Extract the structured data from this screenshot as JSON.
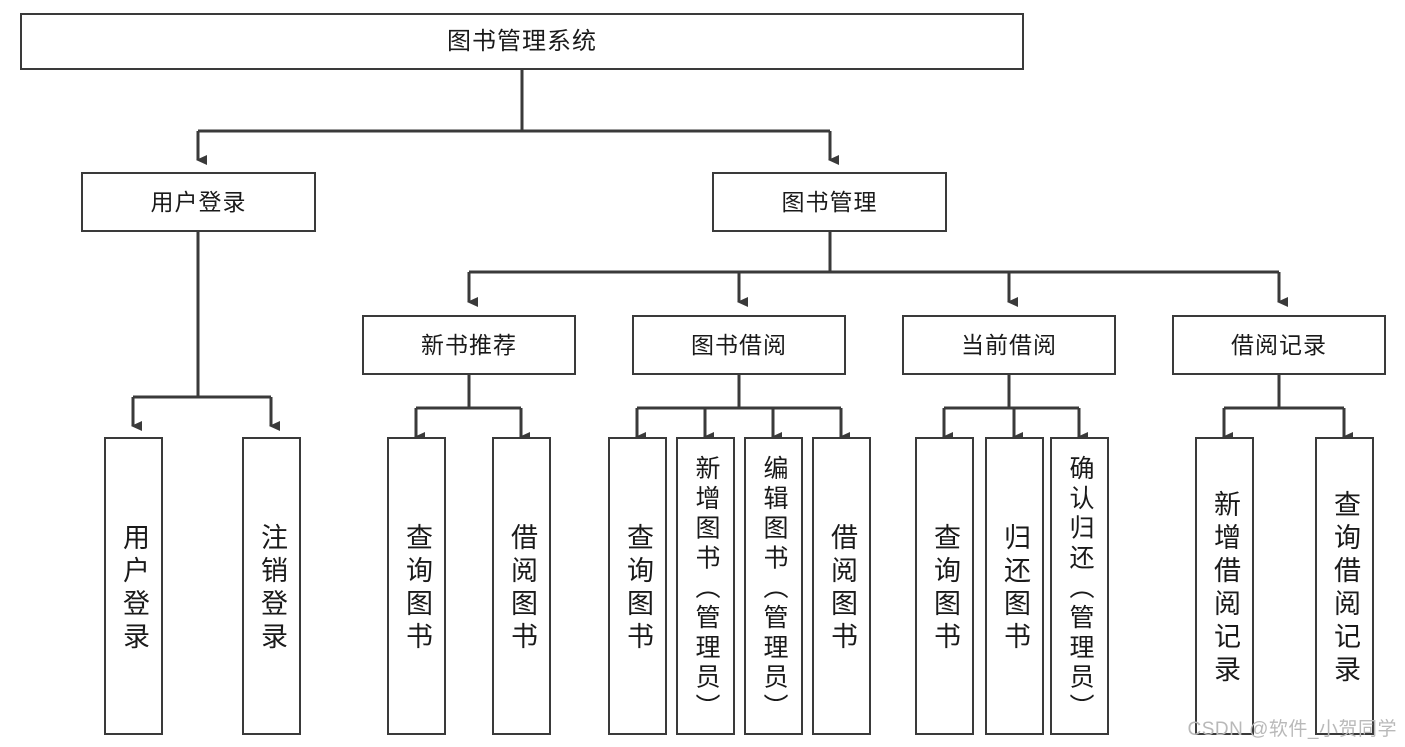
{
  "diagram": {
    "title": "图书管理系统",
    "type": "tree-hierarchy-diagram",
    "colors": {
      "box_border": "#3a3a3a",
      "box_fill": "#ffffff",
      "edge": "#3a3a3a",
      "text": "#1a1a1a",
      "watermark": "#b9b9b9",
      "background": "#ffffff"
    },
    "root": {
      "label": "图书管理系统"
    },
    "level2": [
      {
        "label": "用户登录"
      },
      {
        "label": "图书管理"
      }
    ],
    "level3": [
      {
        "label": "新书推荐"
      },
      {
        "label": "图书借阅"
      },
      {
        "label": "当前借阅"
      },
      {
        "label": "借阅记录"
      }
    ],
    "leaves": {
      "user_login": [
        {
          "label": "用户登录"
        },
        {
          "label": "注销登录"
        }
      ],
      "new_book": [
        {
          "label": "查询图书"
        },
        {
          "label": "借阅图书"
        }
      ],
      "book_borrow": [
        {
          "label": "查询图书"
        },
        {
          "label": "新增图书（管理员）"
        },
        {
          "label": "编辑图书（管理员）"
        },
        {
          "label": "借阅图书"
        }
      ],
      "current_borrow": [
        {
          "label": "查询图书"
        },
        {
          "label": "归还图书"
        },
        {
          "label": "确认归还（管理员）"
        }
      ],
      "borrow_record": [
        {
          "label": "新增借阅记录"
        },
        {
          "label": "查询借阅记录"
        }
      ]
    }
  },
  "watermark": {
    "text": "CSDN @软件_小贺同学"
  }
}
